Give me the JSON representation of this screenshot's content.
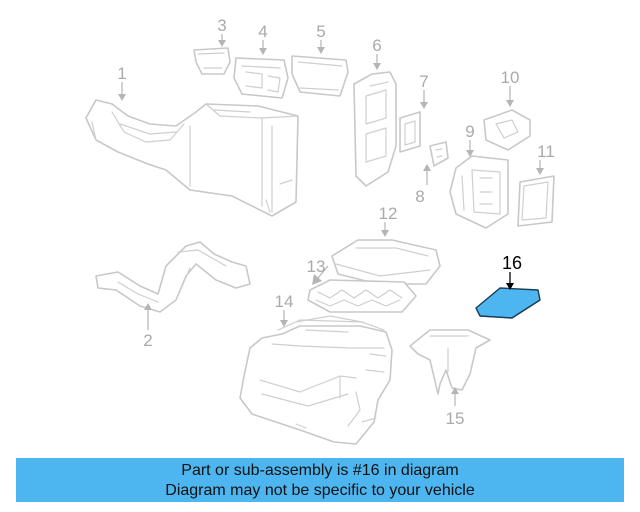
{
  "callouts": {
    "c1": "1",
    "c2": "2",
    "c3": "3",
    "c4": "4",
    "c5": "5",
    "c6": "6",
    "c7": "7",
    "c8": "8",
    "c9": "9",
    "c10": "10",
    "c11": "11",
    "c12": "12",
    "c13": "13",
    "c14": "14",
    "c15": "15",
    "c16": "16"
  },
  "highlight_color": "#4db6f0",
  "banner": {
    "line1": "Part or sub-assembly is #16 in diagram",
    "line2": "Diagram may not be specific to your vehicle"
  }
}
